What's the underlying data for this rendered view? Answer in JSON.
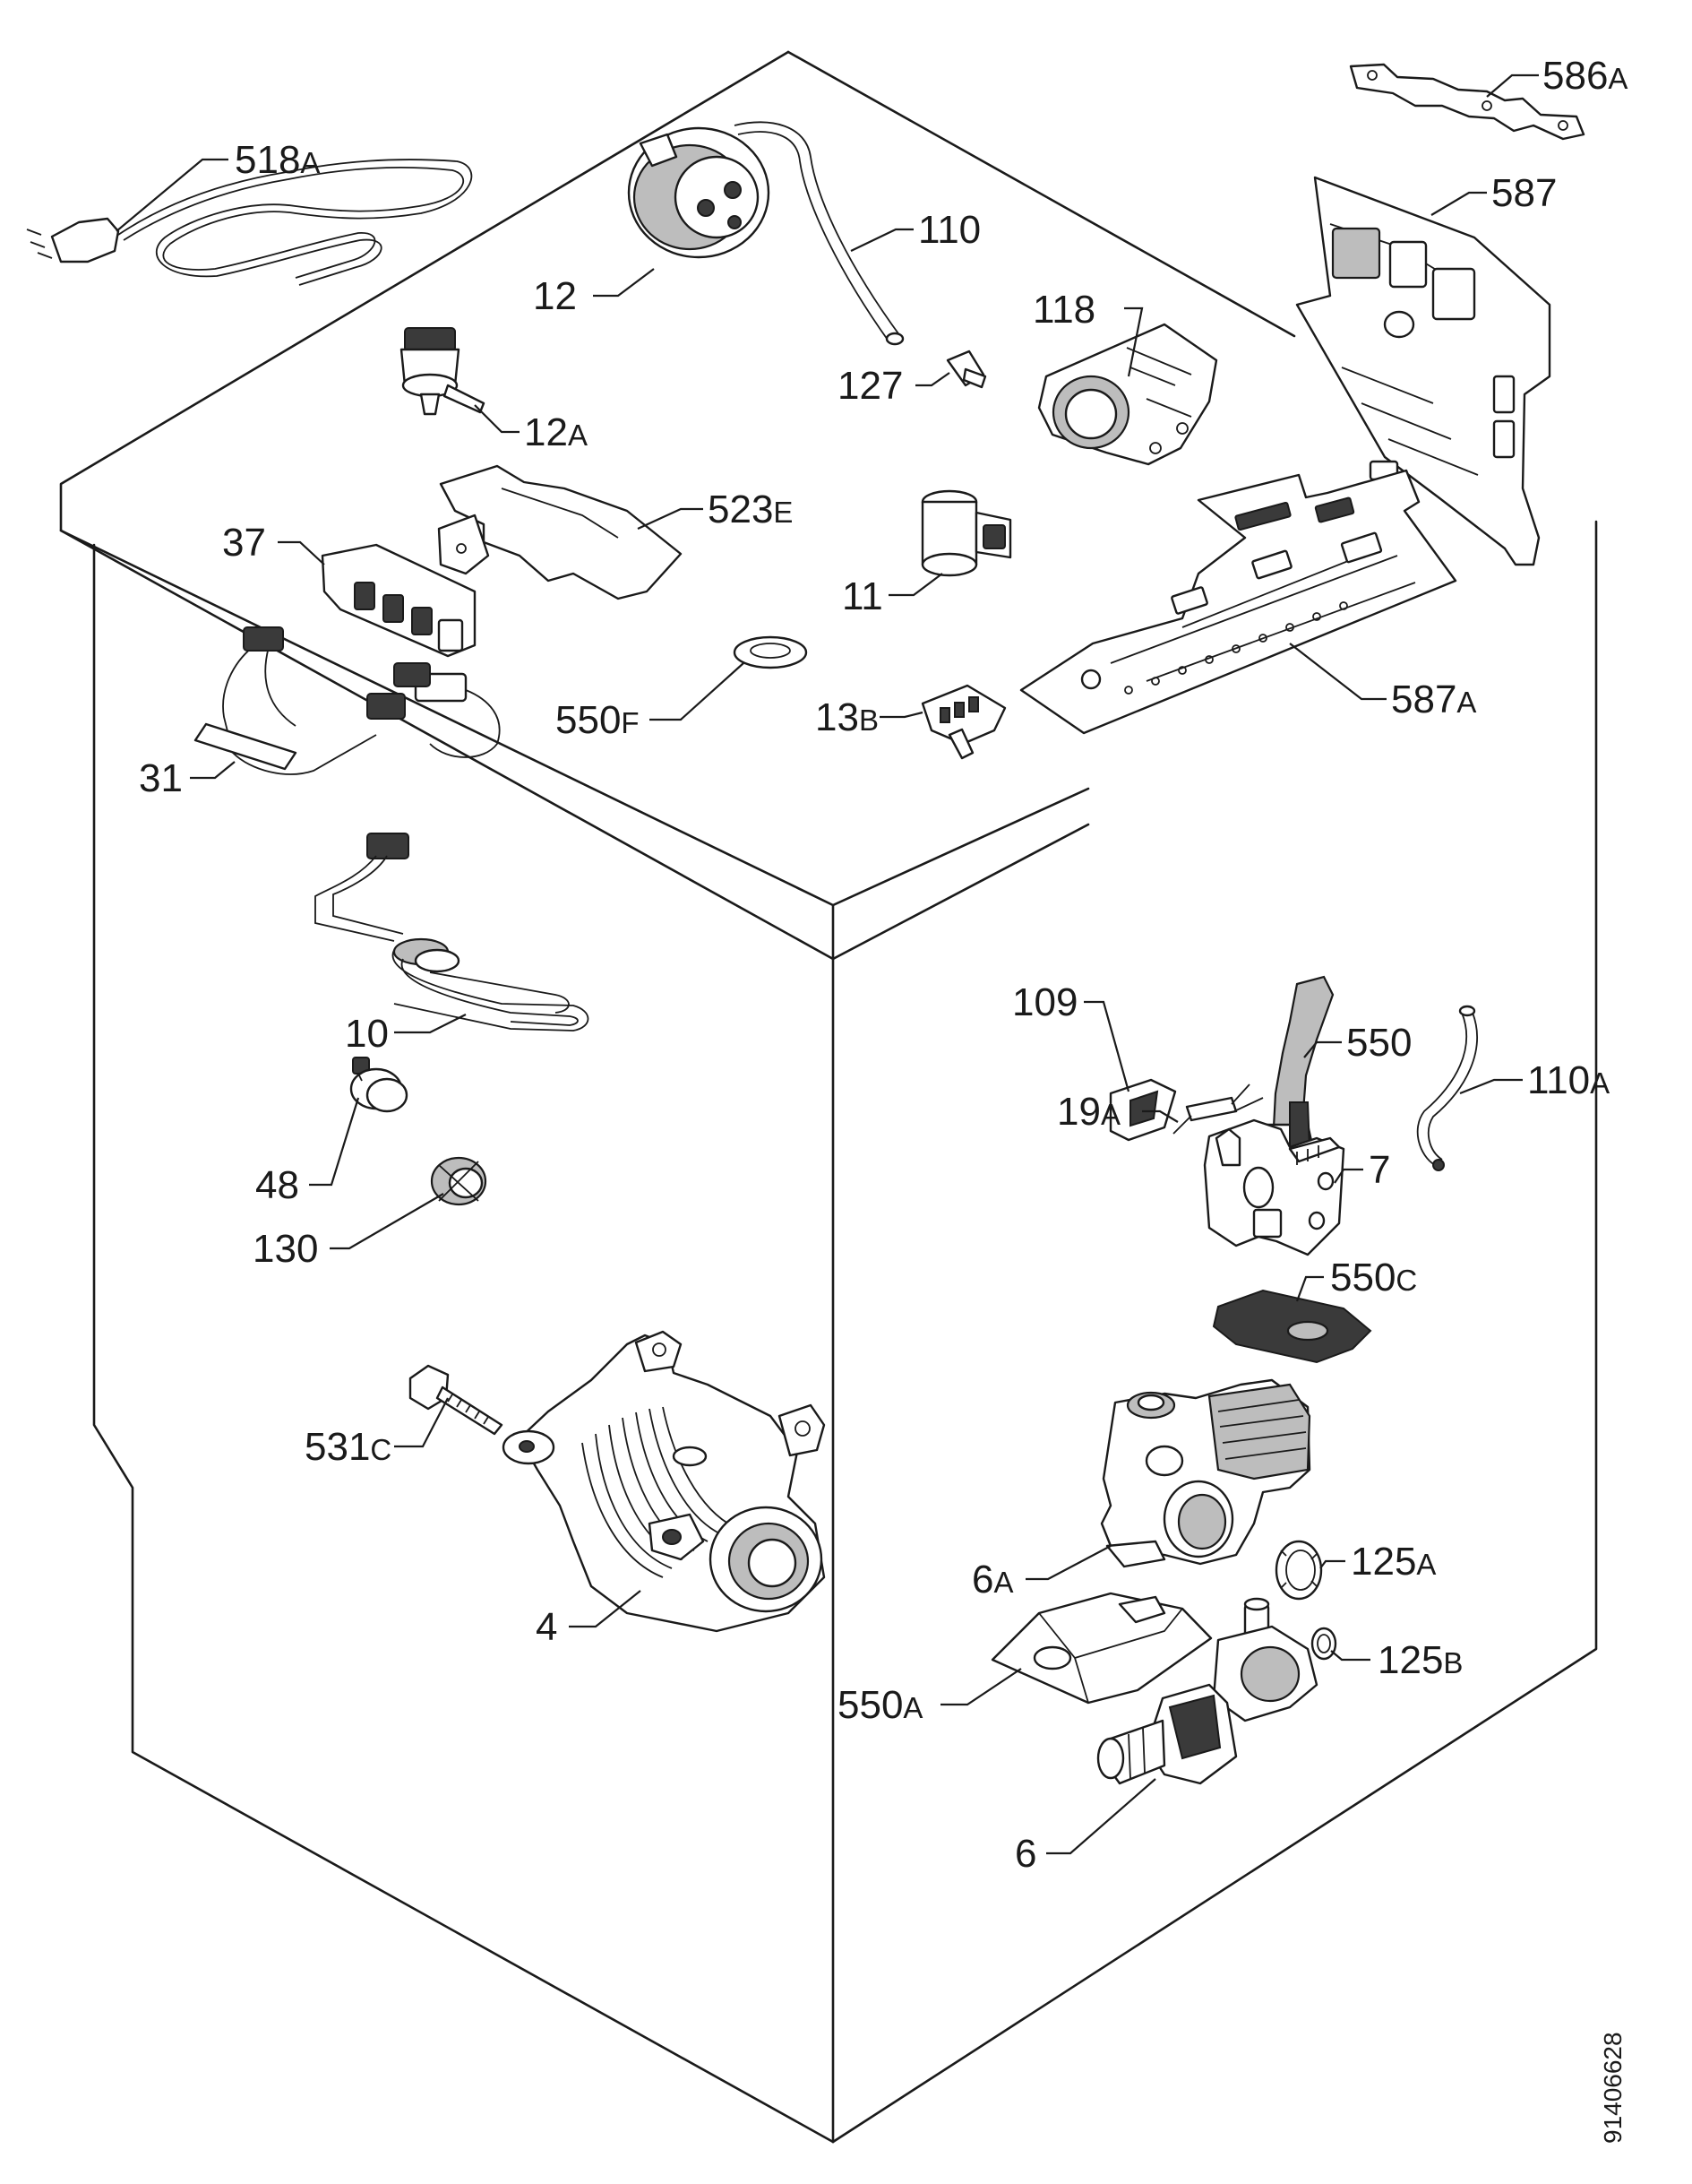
{
  "document_number": "91406628",
  "labels": [
    {
      "id": "lbl-586a",
      "num": "586",
      "suffix": "A"
    },
    {
      "id": "lbl-518a",
      "num": "518",
      "suffix": "A"
    },
    {
      "id": "lbl-587",
      "num": "587",
      "suffix": ""
    },
    {
      "id": "lbl-110",
      "num": "110",
      "suffix": ""
    },
    {
      "id": "lbl-12",
      "num": "12",
      "suffix": ""
    },
    {
      "id": "lbl-118",
      "num": "118",
      "suffix": ""
    },
    {
      "id": "lbl-127",
      "num": "127",
      "suffix": ""
    },
    {
      "id": "lbl-12a",
      "num": "12",
      "suffix": "A"
    },
    {
      "id": "lbl-523e",
      "num": "523",
      "suffix": "E"
    },
    {
      "id": "lbl-37",
      "num": "37",
      "suffix": ""
    },
    {
      "id": "lbl-11",
      "num": "11",
      "suffix": ""
    },
    {
      "id": "lbl-587a",
      "num": "587",
      "suffix": "A"
    },
    {
      "id": "lbl-550f",
      "num": "550",
      "suffix": "F"
    },
    {
      "id": "lbl-13b",
      "num": "13",
      "suffix": "B"
    },
    {
      "id": "lbl-31",
      "num": "31",
      "suffix": ""
    },
    {
      "id": "lbl-10",
      "num": "10",
      "suffix": ""
    },
    {
      "id": "lbl-109",
      "num": "109",
      "suffix": ""
    },
    {
      "id": "lbl-550",
      "num": "550",
      "suffix": ""
    },
    {
      "id": "lbl-110a",
      "num": "110",
      "suffix": "A"
    },
    {
      "id": "lbl-19a",
      "num": "19",
      "suffix": "A"
    },
    {
      "id": "lbl-7",
      "num": "7",
      "suffix": ""
    },
    {
      "id": "lbl-48",
      "num": "48",
      "suffix": ""
    },
    {
      "id": "lbl-130",
      "num": "130",
      "suffix": ""
    },
    {
      "id": "lbl-550c",
      "num": "550",
      "suffix": "C"
    },
    {
      "id": "lbl-531c",
      "num": "531",
      "suffix": "C"
    },
    {
      "id": "lbl-125a",
      "num": "125",
      "suffix": "A"
    },
    {
      "id": "lbl-6a",
      "num": "6",
      "suffix": "A"
    },
    {
      "id": "lbl-4",
      "num": "4",
      "suffix": ""
    },
    {
      "id": "lbl-125b",
      "num": "125",
      "suffix": "B"
    },
    {
      "id": "lbl-550a",
      "num": "550",
      "suffix": "A"
    },
    {
      "id": "lbl-6",
      "num": "6",
      "suffix": ""
    }
  ]
}
